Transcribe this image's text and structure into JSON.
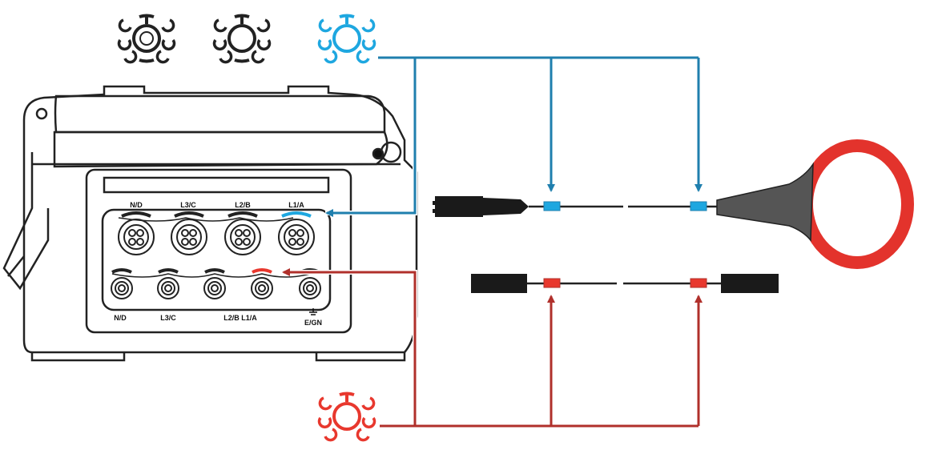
{
  "device": {
    "top_port_labels": [
      "N/D",
      "L3/C",
      "L2/B",
      "L1/A"
    ],
    "bottom_port_labels": [
      "N/D",
      "L3/C",
      "L2/B L1/A"
    ],
    "ground_label": "E/GN"
  },
  "colors": {
    "current_wire": "#1f7fae",
    "voltage_wire": "#b0302b",
    "current_marker": "#1ea7e0",
    "voltage_marker": "#e8382e",
    "flex_loop": "#e3332c",
    "outline": "#222222",
    "connector": "#1a1a1a"
  },
  "icons": [
    "connection-symbol-icon-black-1",
    "connection-symbol-icon-black-2",
    "connection-symbol-icon-blue",
    "connection-symbol-icon-red",
    "flexible-current-probe-icon",
    "ground-icon"
  ]
}
